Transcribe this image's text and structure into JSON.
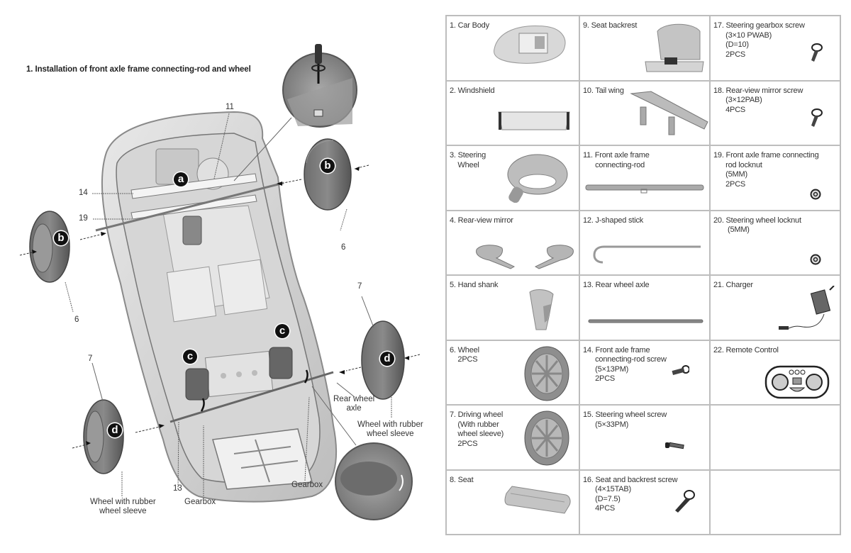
{
  "diagram": {
    "title": "1. Installation of front axle frame connecting-rod and wheel",
    "callouts": {
      "n11": "11",
      "n14": "14",
      "n19": "19",
      "n6_right": "6",
      "n6_left": "6",
      "n7_right": "7",
      "n7_left": "7",
      "n13": "13",
      "rear_wheel_axle": "Rear wheel\naxle",
      "wheel_sleeve_right": "Wheel with rubber\nwheel sleeve",
      "wheel_sleeve_left": "Wheel with rubber\nwheel sleeve",
      "gearbox_left": "Gearbox",
      "gearbox_right": "Gearbox"
    },
    "badges": {
      "a": "a",
      "b_right": "b",
      "b_left": "b",
      "c_left": "c",
      "c_right": "c",
      "d_right": "d",
      "d_left": "d"
    }
  },
  "parts": [
    {
      "num": "1",
      "text": "1. Car Body",
      "icon": "car-body"
    },
    {
      "num": "9",
      "text": "9. Seat backrest",
      "icon": "seat-backrest"
    },
    {
      "num": "17",
      "text": "17. Steering gearbox screw\n      (3×10 PWAB)\n      (D=10)\n      2PCS",
      "icon": "screw"
    },
    {
      "num": "2",
      "text": "2. Windshield",
      "icon": "windshield"
    },
    {
      "num": "10",
      "text": "10. Tail wing",
      "icon": "tail-wing"
    },
    {
      "num": "18",
      "text": "18. Rear-view mirror screw\n      (3×12PAB)\n      4PCS",
      "icon": "screw"
    },
    {
      "num": "3",
      "text": "3. Steering\n    Wheel",
      "icon": "steering-wheel"
    },
    {
      "num": "11",
      "text": "11. Front axle frame\n      connecting-rod",
      "icon": "connecting-rod"
    },
    {
      "num": "19",
      "text": "19. Front axle frame connecting\n      rod locknut\n      (5MM)\n      2PCS",
      "icon": "locknut"
    },
    {
      "num": "4",
      "text": "4. Rear-view mirror",
      "icon": "rear-view-mirror"
    },
    {
      "num": "12",
      "text": "12. J-shaped stick",
      "icon": "j-stick"
    },
    {
      "num": "20",
      "text": "20. Steering wheel locknut\n       (5MM)",
      "icon": "locknut"
    },
    {
      "num": "5",
      "text": "5. Hand shank",
      "icon": "hand-shank"
    },
    {
      "num": "13",
      "text": "13. Rear wheel axle",
      "icon": "axle"
    },
    {
      "num": "21",
      "text": "21. Charger",
      "icon": "charger"
    },
    {
      "num": "6",
      "text": "6. Wheel\n    2PCS",
      "icon": "wheel"
    },
    {
      "num": "14",
      "text": "14. Front axle frame\n      connecting-rod screw\n      (5×13PM)\n      2PCS",
      "icon": "bolt"
    },
    {
      "num": "22",
      "text": "22. Remote Control",
      "icon": "remote-control"
    },
    {
      "num": "7",
      "text": "7. Driving wheel\n    (With rubber\n    wheel sleeve)\n    2PCS",
      "icon": "driving-wheel"
    },
    {
      "num": "15",
      "text": "15. Steering wheel screw\n      (5×33PM)",
      "icon": "bolt-long"
    },
    {
      "num": "",
      "text": "",
      "icon": ""
    },
    {
      "num": "8",
      "text": "8. Seat",
      "icon": "seat"
    },
    {
      "num": "16",
      "text": "16. Seat and backrest screw\n      (4×15TAB)\n      (D=7.5)\n      4PCS",
      "icon": "screw-long"
    },
    {
      "num": "",
      "text": "",
      "icon": ""
    }
  ]
}
